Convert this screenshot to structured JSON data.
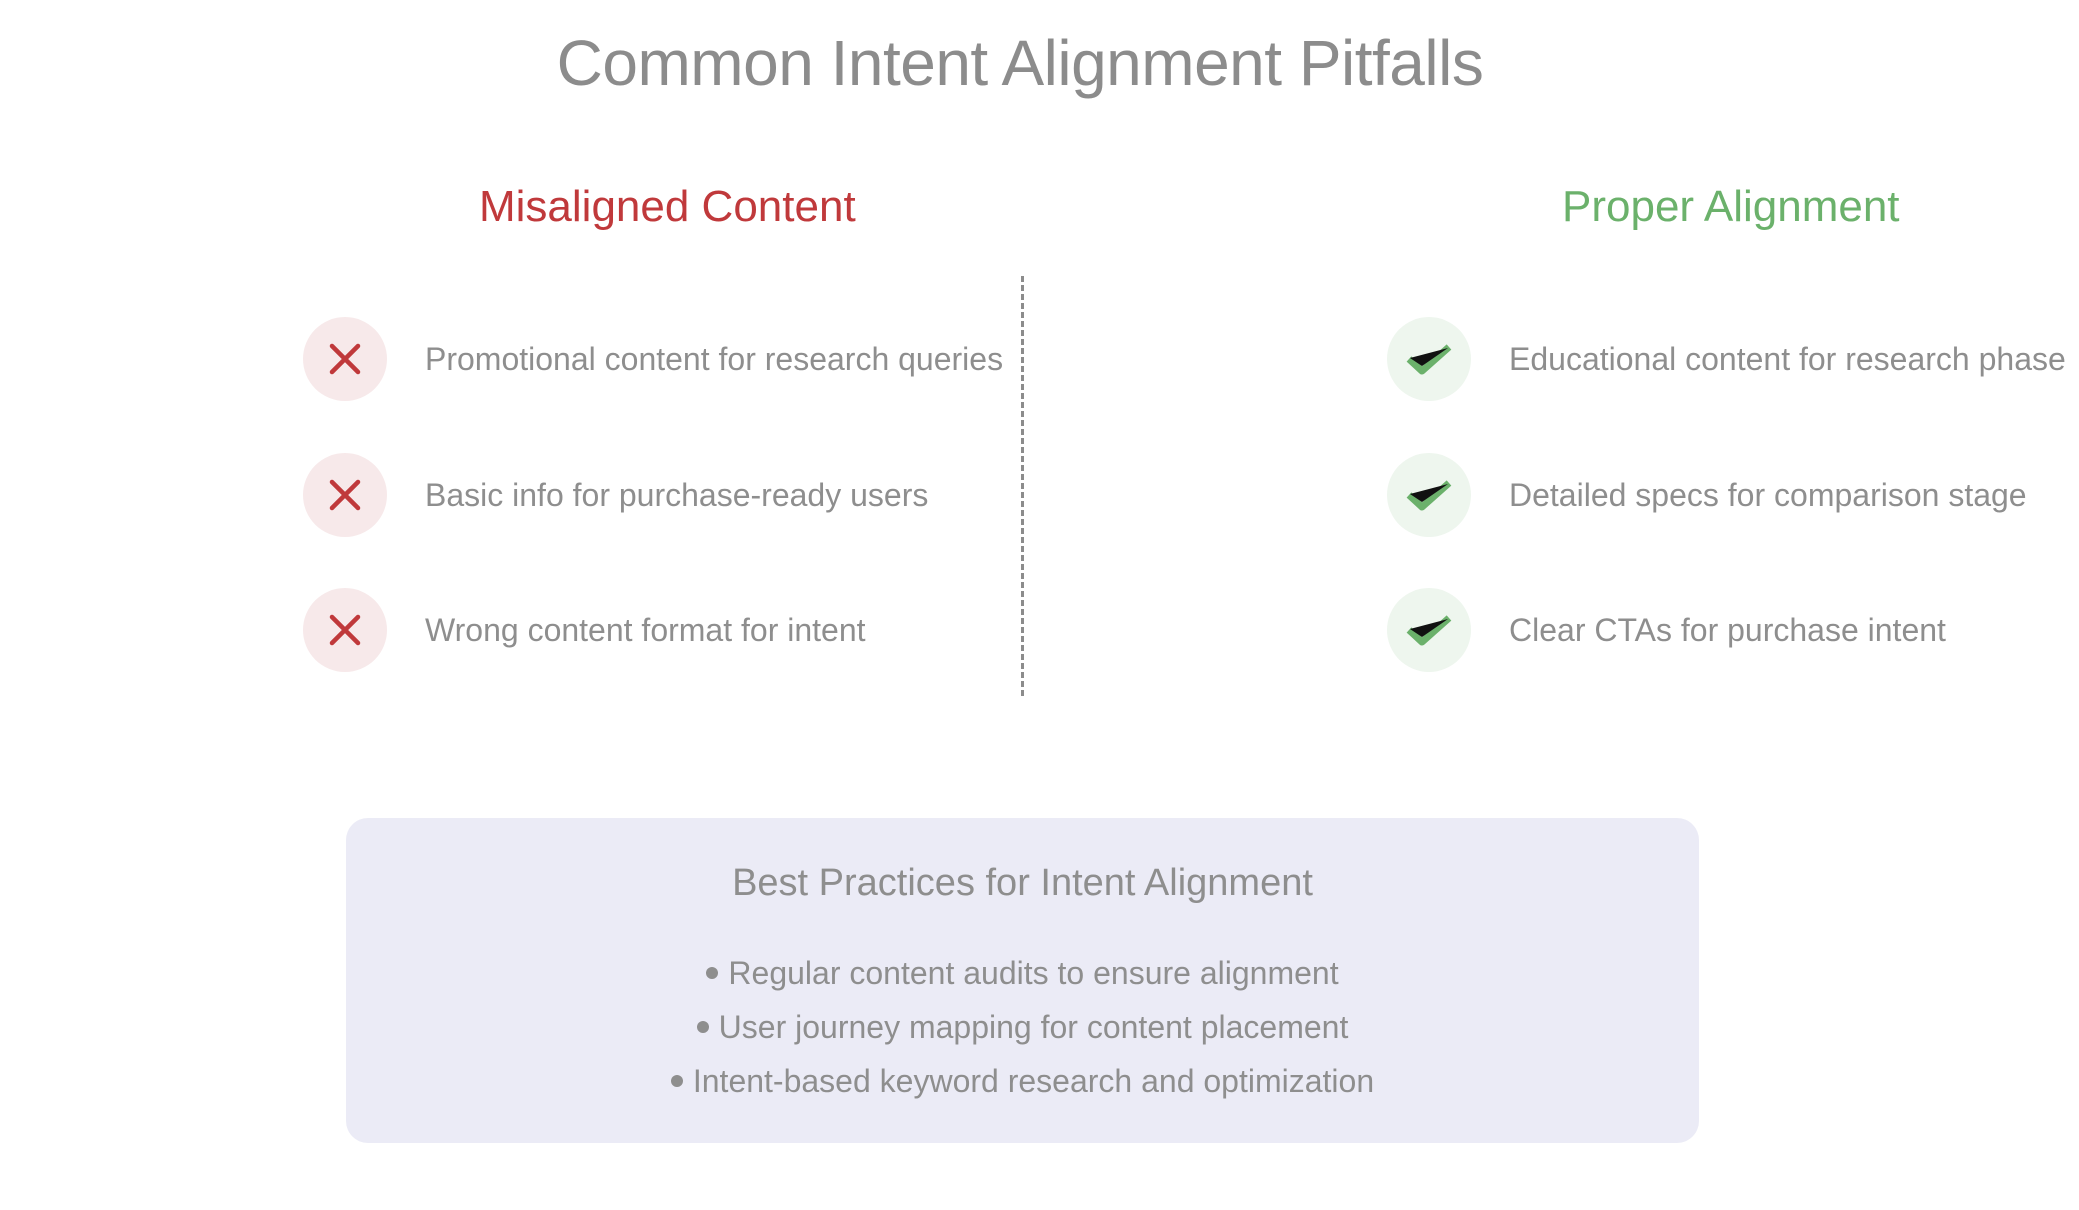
{
  "title": "Common Intent Alignment Pitfalls",
  "misaligned": {
    "heading": "Misaligned Content",
    "color": "#c0393b",
    "icon": "cross-icon",
    "items": [
      "Promotional content for research queries",
      "Basic info for purchase-ready users",
      "Wrong content format for intent"
    ]
  },
  "proper": {
    "heading": "Proper Alignment",
    "color": "#6bb16b",
    "icon": "checkmark-icon",
    "items": [
      "Educational content for research phase",
      "Detailed specs for comparison stage",
      "Clear CTAs for purchase intent"
    ]
  },
  "best_practices": {
    "title": "Best Practices for Intent Alignment",
    "items": [
      "Regular content audits to ensure alignment",
      "User journey mapping for content placement",
      "Intent-based keyword research and optimization"
    ]
  }
}
